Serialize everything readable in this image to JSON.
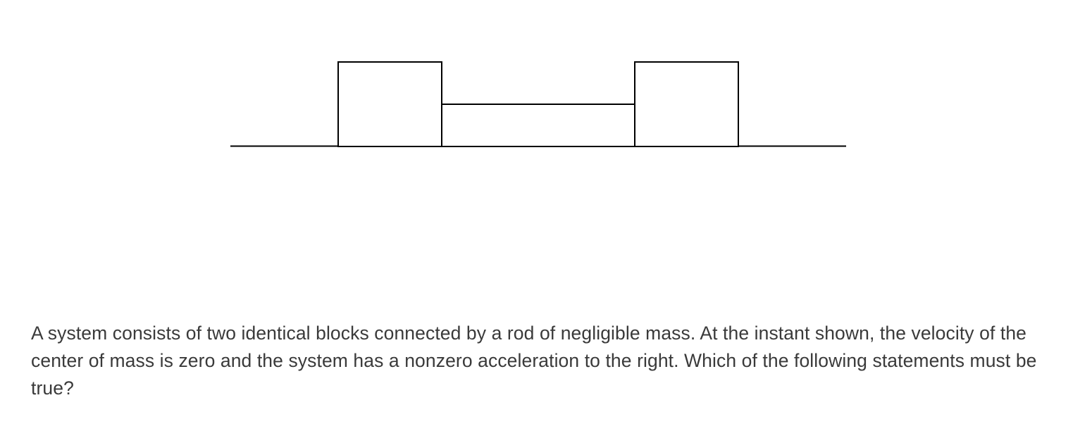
{
  "question": {
    "text": "A system consists of two identical blocks connected by a rod of negligible mass. At the instant shown, the velocity of the center of mass is zero and the system has a nonzero acceleration to the right. Which of the following statements must be true?"
  },
  "diagram": {
    "elements": [
      "ground-line",
      "left-block",
      "connecting-rod",
      "right-block"
    ],
    "stroke_color": "#000000",
    "fill_color": "#ffffff"
  }
}
